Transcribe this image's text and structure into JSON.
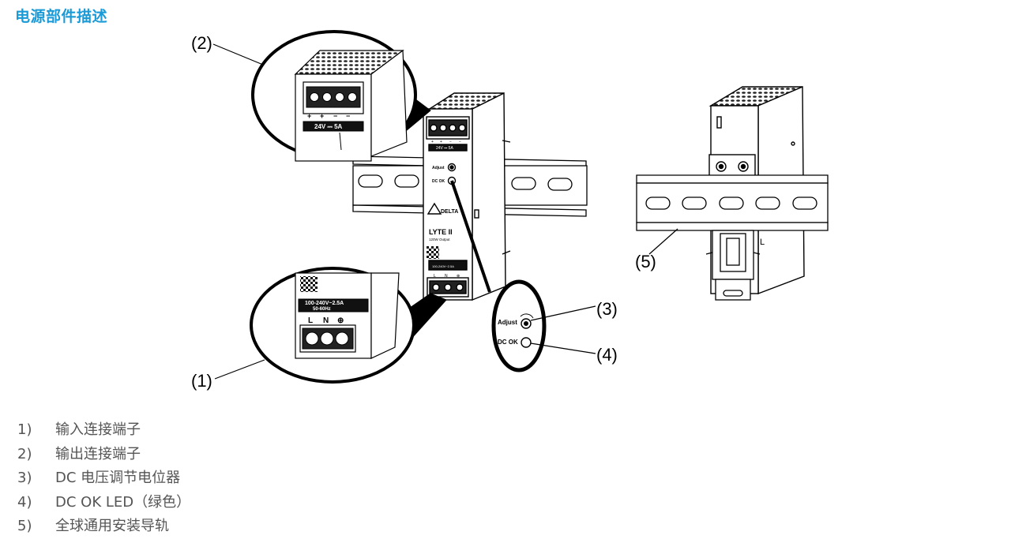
{
  "title": "电源部件描述",
  "callouts": [
    "(1)",
    "(2)",
    "(3)",
    "(4)",
    "(5)"
  ],
  "device_labels": {
    "top_terminal": [
      "+",
      "+",
      "−",
      "−"
    ],
    "output_rating": "24V ⎓ 5A",
    "output_rating_small": "24V ⎓ 5A",
    "adjust": "Adjust",
    "dc_ok": "DC OK",
    "brand": "DELTA",
    "model": "LYTE II",
    "model_sub": "120W Output",
    "input_rating": "100-240V~2.5A",
    "input_freq": "50-60Hz",
    "input_terminal": [
      "L",
      "N",
      "⊕"
    ],
    "rear_mark": "L"
  },
  "legend": [
    {
      "num": "1)",
      "text": "输入连接端子"
    },
    {
      "num": "2)",
      "text": "输出连接端子"
    },
    {
      "num": "3)",
      "text": "DC 电压调节电位器"
    },
    {
      "num": "4)",
      "text": "DC OK LED（绿色）"
    },
    {
      "num": "5)",
      "text": "全球通用安装导轨"
    }
  ]
}
